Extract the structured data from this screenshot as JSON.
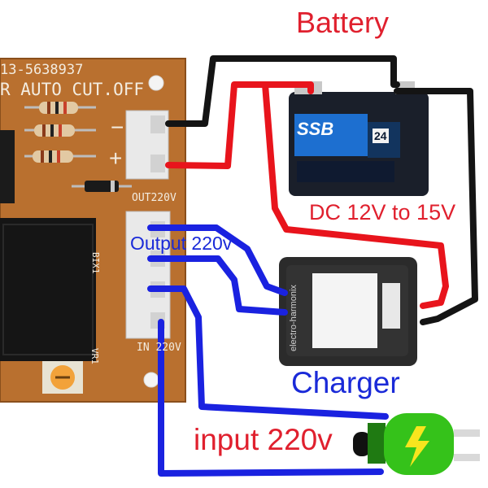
{
  "labels": {
    "battery": "Battery",
    "dc_range": "DC 12V to 15V",
    "output": "Output 220v",
    "charger": "Charger",
    "input": "input 220v"
  },
  "pcb_text": {
    "code": "13-5638937",
    "title": "R AUTO CUT.OFF",
    "out_terminal": "OUT220V",
    "relay_ref": "BIX1",
    "in_terminal": "IN 220V",
    "pot_ref": "VR1",
    "minus_sign": "−",
    "plus_sign": "+"
  },
  "battery": {
    "brand": "SSB",
    "rating": "24"
  },
  "charger": {
    "brand": "electro-harmonix"
  },
  "colors": {
    "red_wire": "#e8141c",
    "black_wire": "#141414",
    "blue_wire": "#1a22e0",
    "label_red": "#e0202e",
    "label_blue": "#1a2ad8",
    "pcb": "#b9702f",
    "battery_case": "#1a1f2a",
    "battery_label": "#1d6fd0",
    "charger_body": "#2b2b2b",
    "plug_green": "#35c21a"
  }
}
